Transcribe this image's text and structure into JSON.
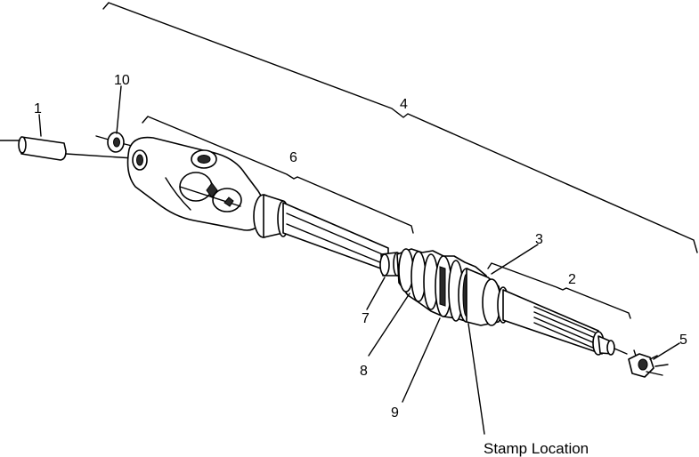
{
  "callouts": {
    "c1": "1",
    "c2": "2",
    "c3": "3",
    "c4": "4",
    "c5": "5",
    "c6": "6",
    "c7": "7",
    "c8": "8",
    "c9": "9",
    "c10": "10"
  },
  "stamp_location": "Stamp Location"
}
